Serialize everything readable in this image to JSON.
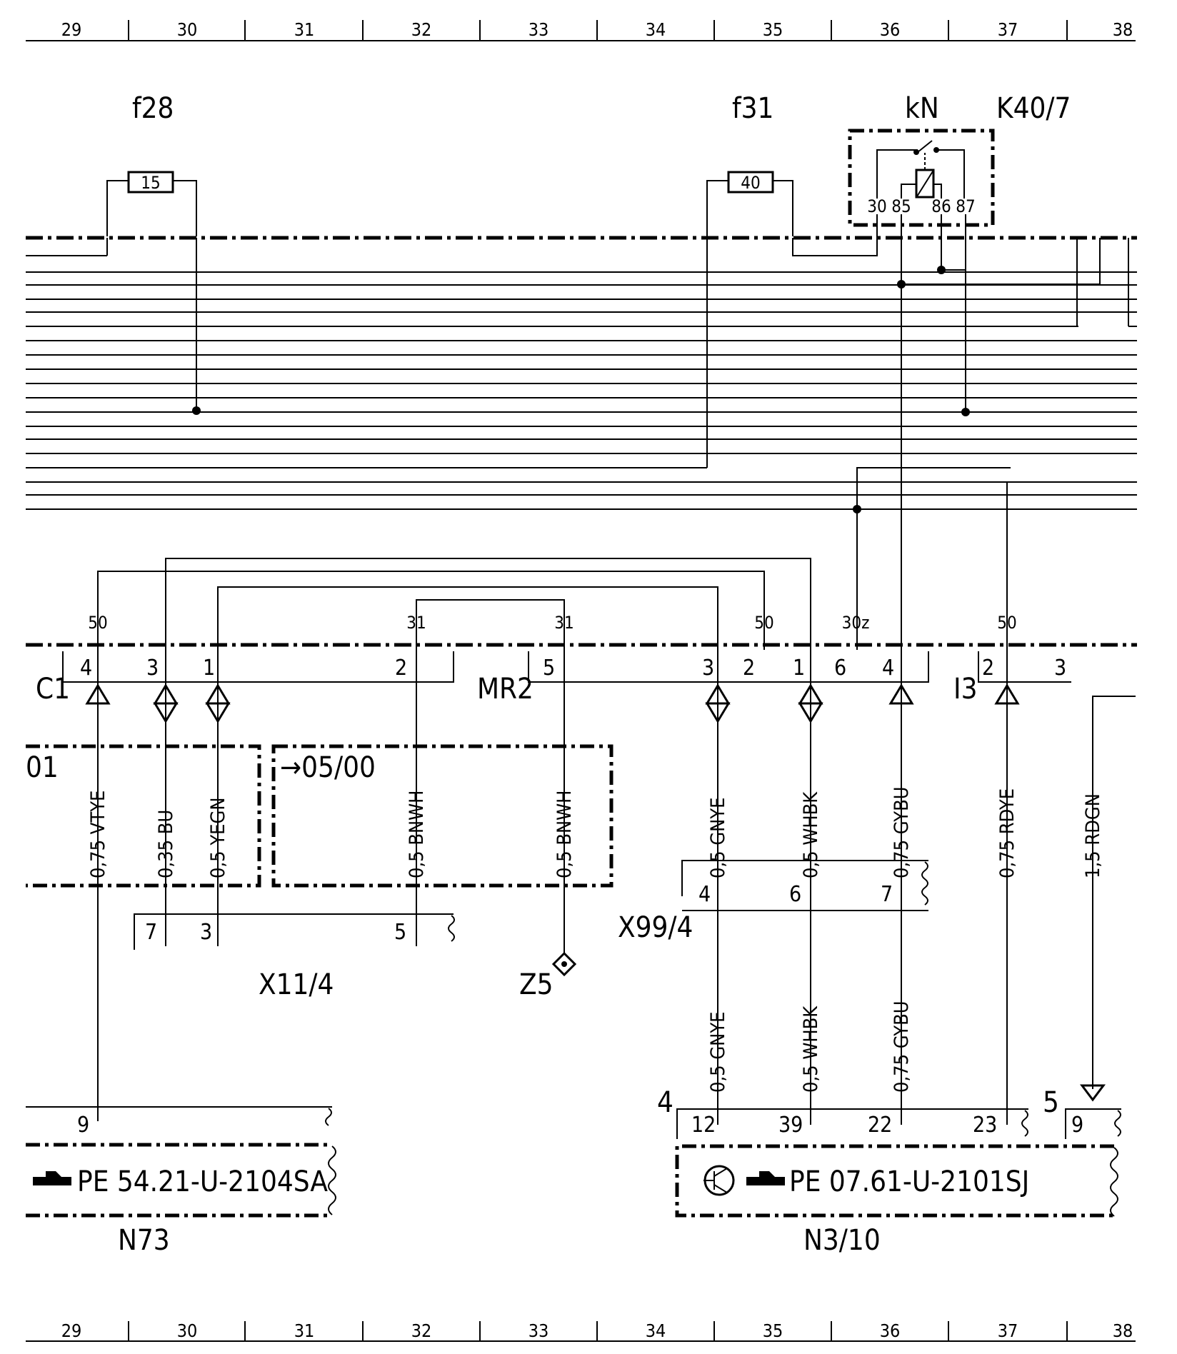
{
  "grid": {
    "columns": [
      "29",
      "30",
      "31",
      "32",
      "33",
      "34",
      "35",
      "36",
      "37",
      "38"
    ]
  },
  "components": {
    "f28": {
      "label": "f28",
      "fuse_value": "15"
    },
    "f31": {
      "label": "f31",
      "fuse_value": "40"
    },
    "relay": {
      "label": "kN",
      "ref": "K40/7",
      "pins": [
        "30",
        "85",
        "86",
        "87"
      ]
    },
    "c1": {
      "label": "C1",
      "pins": [
        "4",
        "3",
        "1",
        "2"
      ]
    },
    "mr2": {
      "label": "MR2",
      "pins": [
        "5",
        "3",
        "2",
        "1",
        "6",
        "4"
      ]
    },
    "i3": {
      "label": "I3",
      "pins": [
        "2",
        "3"
      ]
    },
    "bus_terms": [
      "50",
      "31",
      "31",
      "50",
      "30z",
      "50"
    ],
    "o1": {
      "label": "01"
    },
    "variant": {
      "label": "→05/00"
    },
    "x11": {
      "label": "X11/4",
      "pins": [
        "7",
        "3",
        "5"
      ]
    },
    "z5": {
      "label": "Z5"
    },
    "x99": {
      "label": "X99/4",
      "pins": [
        "4",
        "6",
        "7"
      ]
    },
    "n73": {
      "label": "N73",
      "pin": "9",
      "ref": "PE  54.21-U-2104SA"
    },
    "n3": {
      "label": "N3/10",
      "conn4": "4",
      "conn5": "5",
      "pins": [
        "12",
        "39",
        "22",
        "23",
        "9"
      ],
      "ref": "PE  07.61-U-2101SJ"
    }
  },
  "wires": {
    "upper": [
      "0,75 VTYE",
      "0,35 BU",
      "0,5 YEGN",
      "0,5 BNWH",
      "0,5 BNWH",
      "0,5 GNYE",
      "0,5 WHBK",
      "0,75 GYBU",
      "0,75 RDYE",
      "1,5 RDGN"
    ],
    "lower": [
      "0,5 GNYE",
      "0,5 WHBK",
      "0,75 GYBU"
    ]
  },
  "icons": [
    "pointing-hand-icon",
    "transistor-icon"
  ]
}
